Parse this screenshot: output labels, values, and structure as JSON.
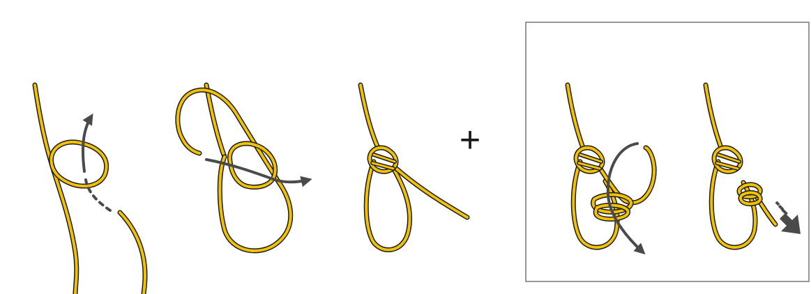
{
  "diagram": {
    "steps": [
      {
        "id": "step-1",
        "arrow": "up-through-loop"
      },
      {
        "id": "step-2",
        "arrow": "right-through-loop"
      },
      {
        "id": "step-3",
        "arrow": "none"
      }
    ],
    "plus_symbol": "+",
    "boxed_steps": [
      {
        "id": "step-4",
        "arrow": "down-through-wraps"
      },
      {
        "id": "step-5",
        "arrow": "pull-tight"
      }
    ]
  },
  "colors": {
    "rope_fill": "#F2C200",
    "rope_outline": "#1A1A1A",
    "arrow": "#4A4A4A",
    "box_border": "#777777",
    "background": "#FFFFFF"
  }
}
